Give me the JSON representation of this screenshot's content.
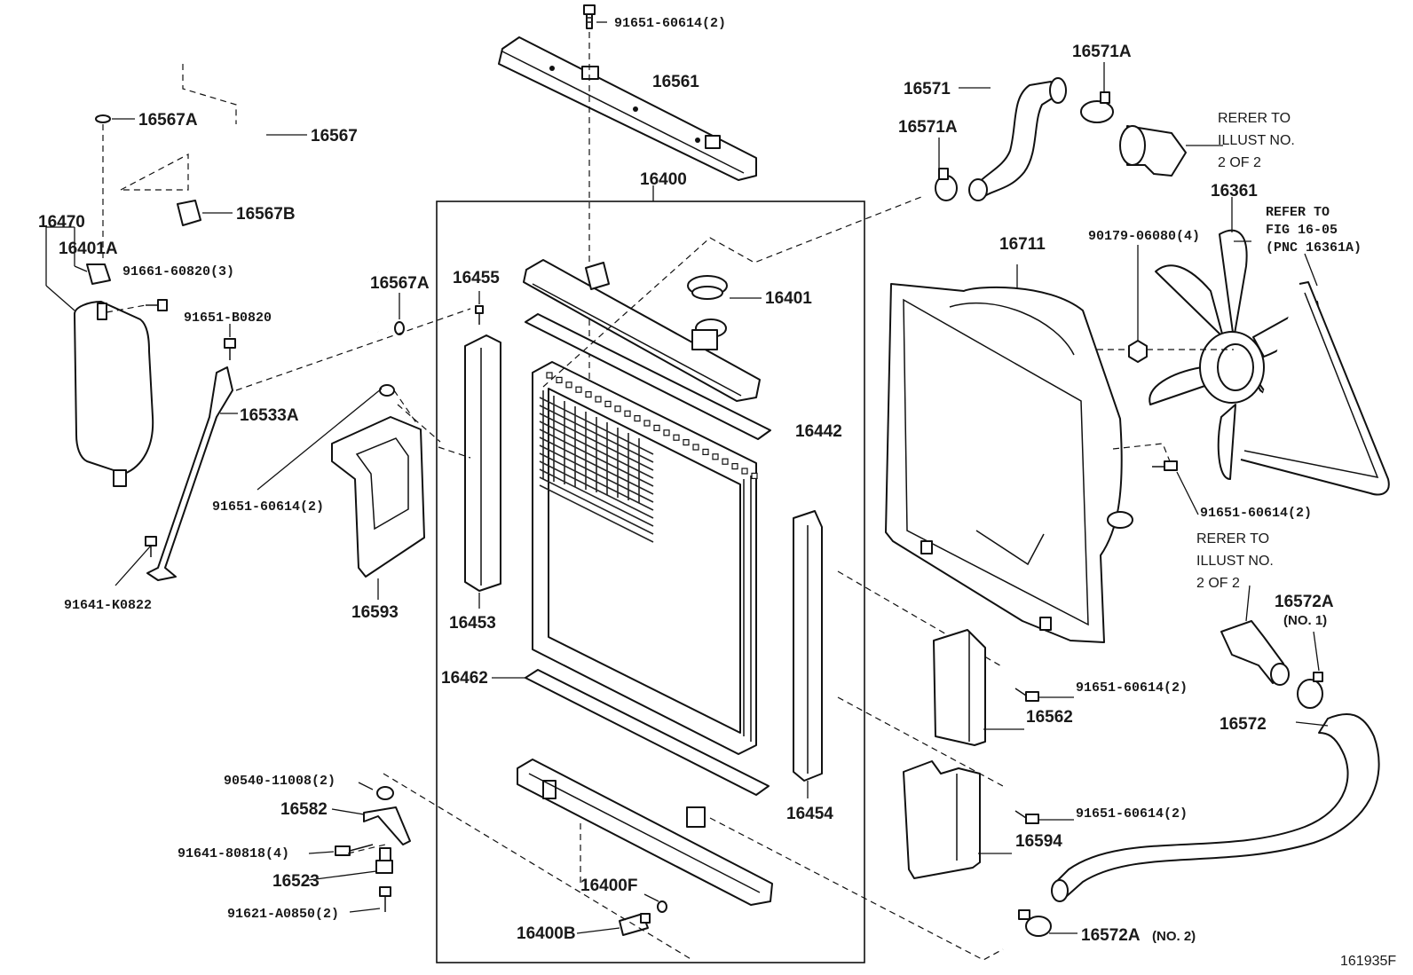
{
  "labels": {
    "p91651_60614_top": "91651-60614(2)",
    "p16561": "16561",
    "p16400": "16400",
    "p16567A_top": "16567A",
    "p16567": "16567",
    "p16567B": "16567B",
    "p16470": "16470",
    "p16401A": "16401A",
    "p91661_60820": "91661-60820(3)",
    "p91651_B0820": "91651-B0820",
    "p16533A": "16533A",
    "p91651_60614_left": "91651-60614(2)",
    "p91641_K0822": "91641-K0822",
    "p16593": "16593",
    "p16567A_mid": "16567A",
    "p16455": "16455",
    "p16401": "16401",
    "p16442": "16442",
    "p16453": "16453",
    "p16462": "16462",
    "p16454": "16454",
    "p90540_11008": "90540-11008(2)",
    "p16582": "16582",
    "p91641_80818": "91641-80818(4)",
    "p16523": "16523",
    "p91621_A0850": "91621-A0850(2)",
    "p16400F": "16400F",
    "p16400B": "16400B",
    "p16571": "16571",
    "p16571A_top": "16571A",
    "p16571A_left": "16571A",
    "p16711": "16711",
    "p16361": "16361",
    "p90179_06080": "90179-06080(4)",
    "p91651_60614_fan": "91651-60614(2)",
    "p16572A_top": "16572A",
    "p16572A_no1": "(NO. 1)",
    "p16572": "16572",
    "p91651_60614_r1": "91651-60614(2)",
    "p16562": "16562",
    "p91651_60614_r2": "91651-60614(2)",
    "p16594": "16594",
    "p16572A_bottom": "16572A",
    "p16572A_no2": "(NO. 2)"
  },
  "references": {
    "top_line1": "RERER TO",
    "top_line2": "ILLUST NO.",
    "top_line3": "2 OF 2",
    "fan_line1": "REFER TO",
    "fan_line2": "FIG 16-05",
    "fan_line3": "(PNC 16361A)",
    "mid_line1": "RERER TO",
    "mid_line2": "ILLUST NO.",
    "mid_line3": "2 OF 2"
  },
  "figure_id": "161935F"
}
